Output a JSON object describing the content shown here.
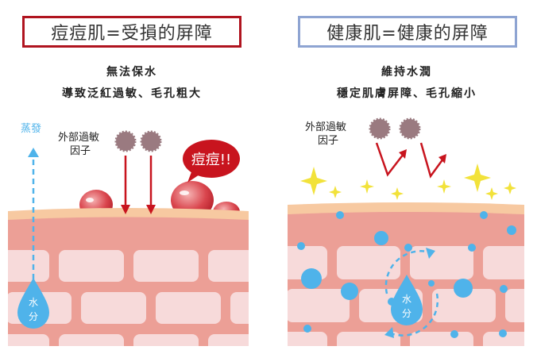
{
  "left": {
    "title": "痘痘肌=受損的屏障",
    "caption_line1": "無法保水",
    "caption_line2": "導致泛紅過敏、毛孔粗大",
    "allergen_line1": "外部過敏",
    "allergen_line2": "因子",
    "evaporation": "蒸發",
    "speech_bubble": "痘痘!!",
    "water_line1": "水",
    "water_line2": "分",
    "border_color": "#b0141f"
  },
  "right": {
    "title": "健康肌=健康的屏障",
    "caption_line1": "維持水潤",
    "caption_line2": "穩定肌膚屏障、毛孔縮小",
    "allergen_line1": "外部過敏",
    "allergen_line2": "因子",
    "water_line1": "水",
    "water_line2": "分",
    "border_color": "#8ea4d2"
  },
  "colors": {
    "skin_top": "#f7c9a1",
    "skin_body": "#ec9f96",
    "brick": "#f7dada",
    "water": "#4fb3ea",
    "arrow_red": "#c8141e",
    "allergen": "#9a7a80",
    "sparkle": "#f2e23a"
  }
}
